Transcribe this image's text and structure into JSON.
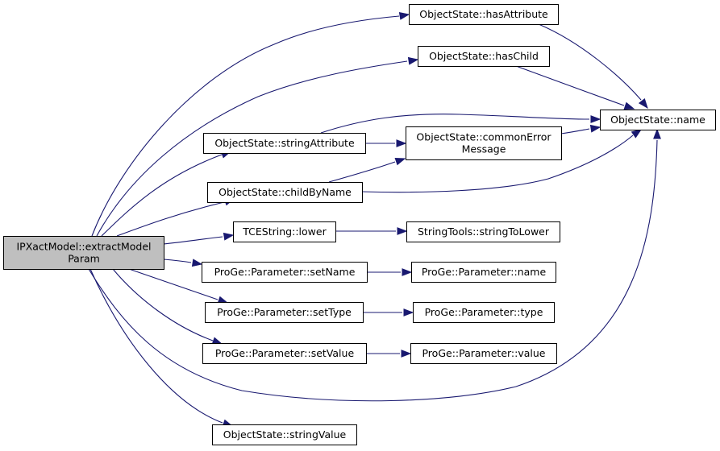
{
  "nodes": {
    "extract": {
      "lines": [
        "IPXactModel::extractModel",
        "Param"
      ]
    },
    "hasAttribute": {
      "lines": [
        "ObjectState::hasAttribute"
      ]
    },
    "hasChild": {
      "lines": [
        "ObjectState::hasChild"
      ]
    },
    "name": {
      "lines": [
        "ObjectState::name"
      ]
    },
    "stringAttribute": {
      "lines": [
        "ObjectState::stringAttribute"
      ]
    },
    "commonError": {
      "lines": [
        "ObjectState::commonError",
        "Message"
      ]
    },
    "childByName": {
      "lines": [
        "ObjectState::childByName"
      ]
    },
    "lower": {
      "lines": [
        "TCEString::lower"
      ]
    },
    "stringToLower": {
      "lines": [
        "StringTools::stringToLower"
      ]
    },
    "setName": {
      "lines": [
        "ProGe::Parameter::setName"
      ]
    },
    "paramName": {
      "lines": [
        "ProGe::Parameter::name"
      ]
    },
    "setType": {
      "lines": [
        "ProGe::Parameter::setType"
      ]
    },
    "paramType": {
      "lines": [
        "ProGe::Parameter::type"
      ]
    },
    "setValue": {
      "lines": [
        "ProGe::Parameter::setValue"
      ]
    },
    "paramValue": {
      "lines": [
        "ProGe::Parameter::value"
      ]
    },
    "stringValue": {
      "lines": [
        "ObjectState::stringValue"
      ]
    }
  },
  "edges": [
    {
      "from": "extract",
      "to": "hasAttribute"
    },
    {
      "from": "extract",
      "to": "hasChild"
    },
    {
      "from": "extract",
      "to": "stringAttribute"
    },
    {
      "from": "extract",
      "to": "childByName"
    },
    {
      "from": "extract",
      "to": "lower"
    },
    {
      "from": "extract",
      "to": "setName"
    },
    {
      "from": "extract",
      "to": "setType"
    },
    {
      "from": "extract",
      "to": "setValue"
    },
    {
      "from": "extract",
      "to": "name"
    },
    {
      "from": "extract",
      "to": "stringValue"
    },
    {
      "from": "hasAttribute",
      "to": "name"
    },
    {
      "from": "hasChild",
      "to": "name"
    },
    {
      "from": "stringAttribute",
      "to": "name"
    },
    {
      "from": "stringAttribute",
      "to": "commonError"
    },
    {
      "from": "commonError",
      "to": "name"
    },
    {
      "from": "childByName",
      "to": "commonError"
    },
    {
      "from": "childByName",
      "to": "name"
    },
    {
      "from": "lower",
      "to": "stringToLower"
    },
    {
      "from": "setName",
      "to": "paramName"
    },
    {
      "from": "setType",
      "to": "paramType"
    },
    {
      "from": "setValue",
      "to": "paramValue"
    }
  ]
}
